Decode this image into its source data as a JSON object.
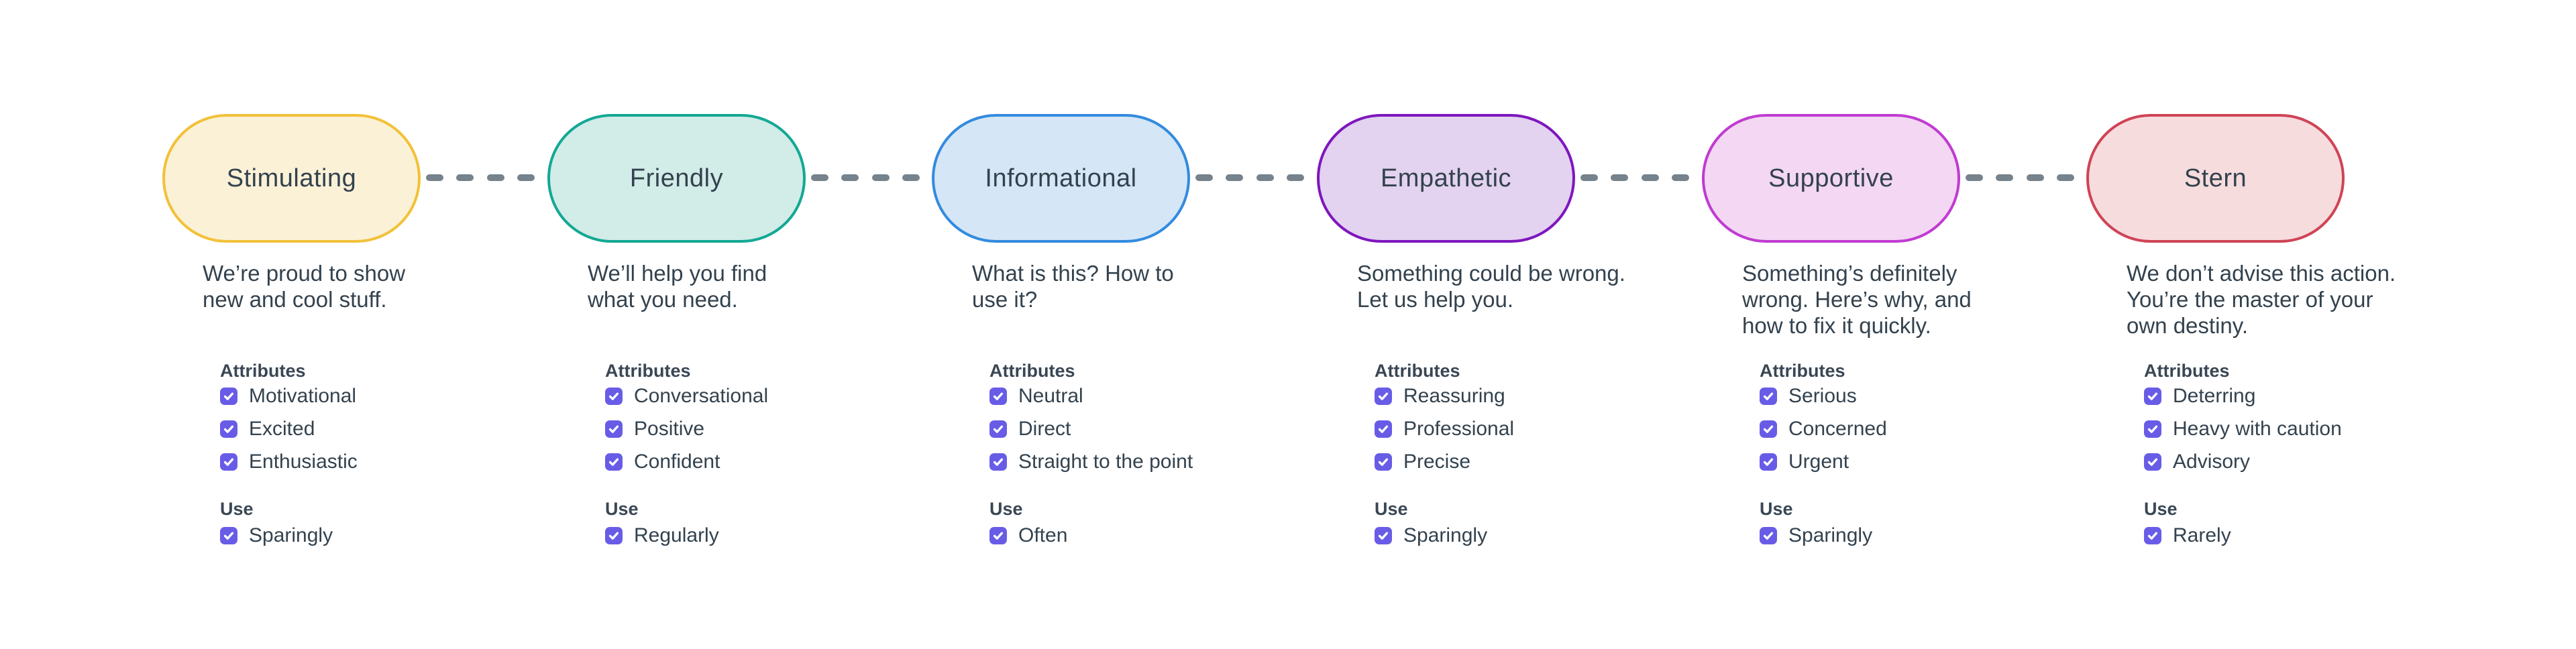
{
  "canvas": {
    "background": "#FFFFFF"
  },
  "text_color": "#33424E",
  "checkbox_color": "#685CE7",
  "connector": {
    "color": "#76828C",
    "dash_count": 4
  },
  "section_titles": {
    "attributes": "Attributes",
    "use": "Use"
  },
  "tones": [
    {
      "label": "Stimulating",
      "description": "We’re proud to show\nnew and cool stuff.",
      "colors": {
        "border": "#F2C139",
        "fill": "#FBF1D7"
      },
      "attributes": [
        "Motivational",
        "Excited",
        "Enthusiastic"
      ],
      "use": "Sparingly"
    },
    {
      "label": "Friendly",
      "description": "We’ll help you find\nwhat you need.",
      "colors": {
        "border": "#13A894",
        "fill": "#D2ECE8"
      },
      "attributes": [
        "Conversational",
        "Positive",
        "Confident"
      ],
      "use": "Regularly"
    },
    {
      "label": "Informational",
      "description": "What is this? How to\nuse it?",
      "colors": {
        "border": "#338BDE",
        "fill": "#D5E6F6"
      },
      "attributes": [
        "Neutral",
        "Direct",
        "Straight to the point"
      ],
      "use": "Often"
    },
    {
      "label": "Empathetic",
      "description": "Something could be wrong.\nLet us help you.",
      "colors": {
        "border": "#7E16BE",
        "fill": "#E3D2F0"
      },
      "attributes": [
        "Reassuring",
        "Professional",
        "Precise"
      ],
      "use": "Sparingly"
    },
    {
      "label": "Supportive",
      "description": "Something’s definitely\nwrong. Here’s why, and\nhow to fix it quickly.",
      "colors": {
        "border": "#C03BD1",
        "fill": "#F3D7F3"
      },
      "attributes": [
        "Serious",
        "Concerned",
        "Urgent"
      ],
      "use": "Sparingly"
    },
    {
      "label": "Stern",
      "description": "We don’t advise this action.\nYou’re the master of your\nown destiny.",
      "colors": {
        "border": "#CF4456",
        "fill": "#F7DCDE"
      },
      "attributes": [
        "Deterring",
        "Heavy with caution",
        "Advisory"
      ],
      "use": "Rarely"
    }
  ]
}
